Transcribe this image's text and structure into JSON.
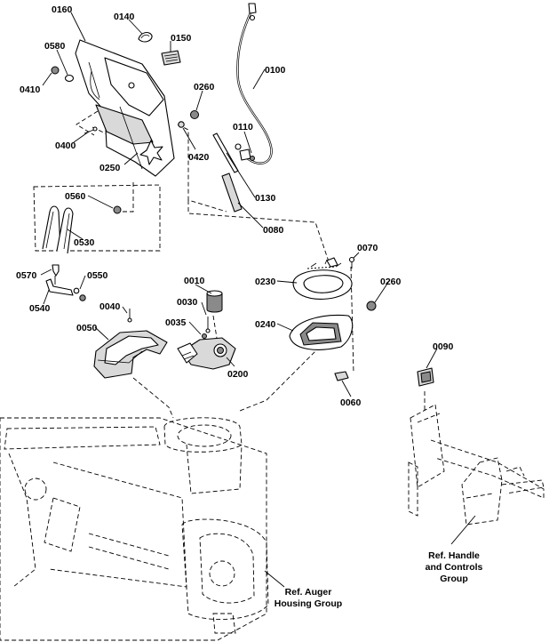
{
  "callouts": {
    "c0160": "0160",
    "c0140": "0140",
    "c0150": "0150",
    "c0580": "0580",
    "c0410": "0410",
    "c0260a": "0260",
    "c0100": "0100",
    "c0110": "0110",
    "c0400": "0400",
    "c0420": "0420",
    "c0250": "0250",
    "c0130": "0130",
    "c0560": "0560",
    "c0080": "0080",
    "c0530": "0530",
    "c0070": "0070",
    "c0570": "0570",
    "c0550": "0550",
    "c0010": "0010",
    "c0230": "0230",
    "c0260b": "0260",
    "c0540": "0540",
    "c0040": "0040",
    "c0030": "0030",
    "c0035": "0035",
    "c0240": "0240",
    "c0050": "0050",
    "c0090": "0090",
    "c0200": "0200",
    "c0060": "0060"
  },
  "references": {
    "handle_line1": "Ref. Handle",
    "handle_line2": "and Controls",
    "handle_line3": "Group",
    "auger_line1": "Ref. Auger",
    "auger_line2": "Housing Group"
  }
}
